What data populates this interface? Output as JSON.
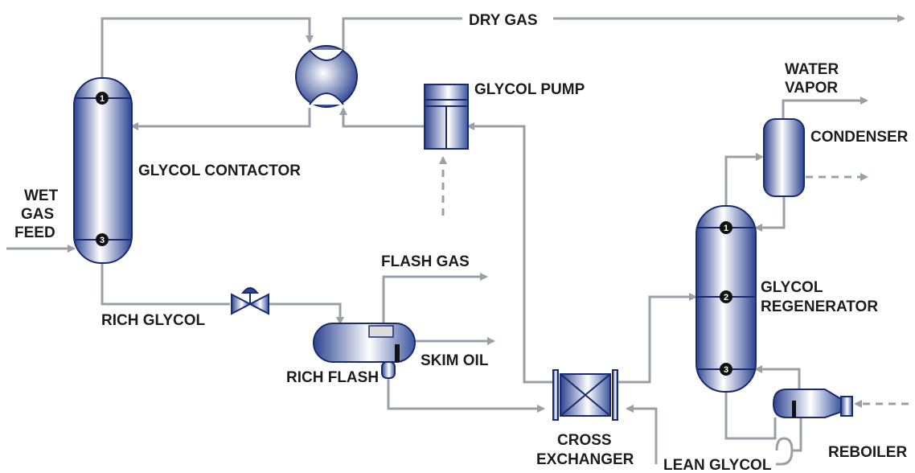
{
  "labels": {
    "dry_gas": "DRY GAS",
    "glycol_pump": "GLYCOL PUMP",
    "water_vapor_1": "WATER",
    "water_vapor_2": "VAPOR",
    "condenser": "CONDENSER",
    "glycol_contactor": "GLYCOL CONTACTOR",
    "wet_gas_1": "WET",
    "wet_gas_2": "GAS",
    "wet_gas_3": "FEED",
    "flash_gas": "FLASH GAS",
    "glycol_regenerator_1": "GLYCOL",
    "glycol_regenerator_2": "REGENERATOR",
    "rich_glycol": "RICH GLYCOL",
    "skim_oil": "SKIM OIL",
    "rich_flash": "RICH FLASH",
    "cross_exchanger_1": "CROSS",
    "cross_exchanger_2": "EXCHANGER",
    "lean_glycol": "LEAN GLYCOL",
    "reboiler": "REBOILER"
  },
  "tray_numbers": {
    "contactor_top": "1",
    "contactor_bottom": "3",
    "regenerator_top": "1",
    "regenerator_mid": "2",
    "regenerator_bottom": "3"
  },
  "colors": {
    "vessel_outline": "#1a2a6e",
    "vessel_dark": "#2c4490",
    "pipe": "#9aa0a6",
    "text": "#1d1d1d"
  }
}
